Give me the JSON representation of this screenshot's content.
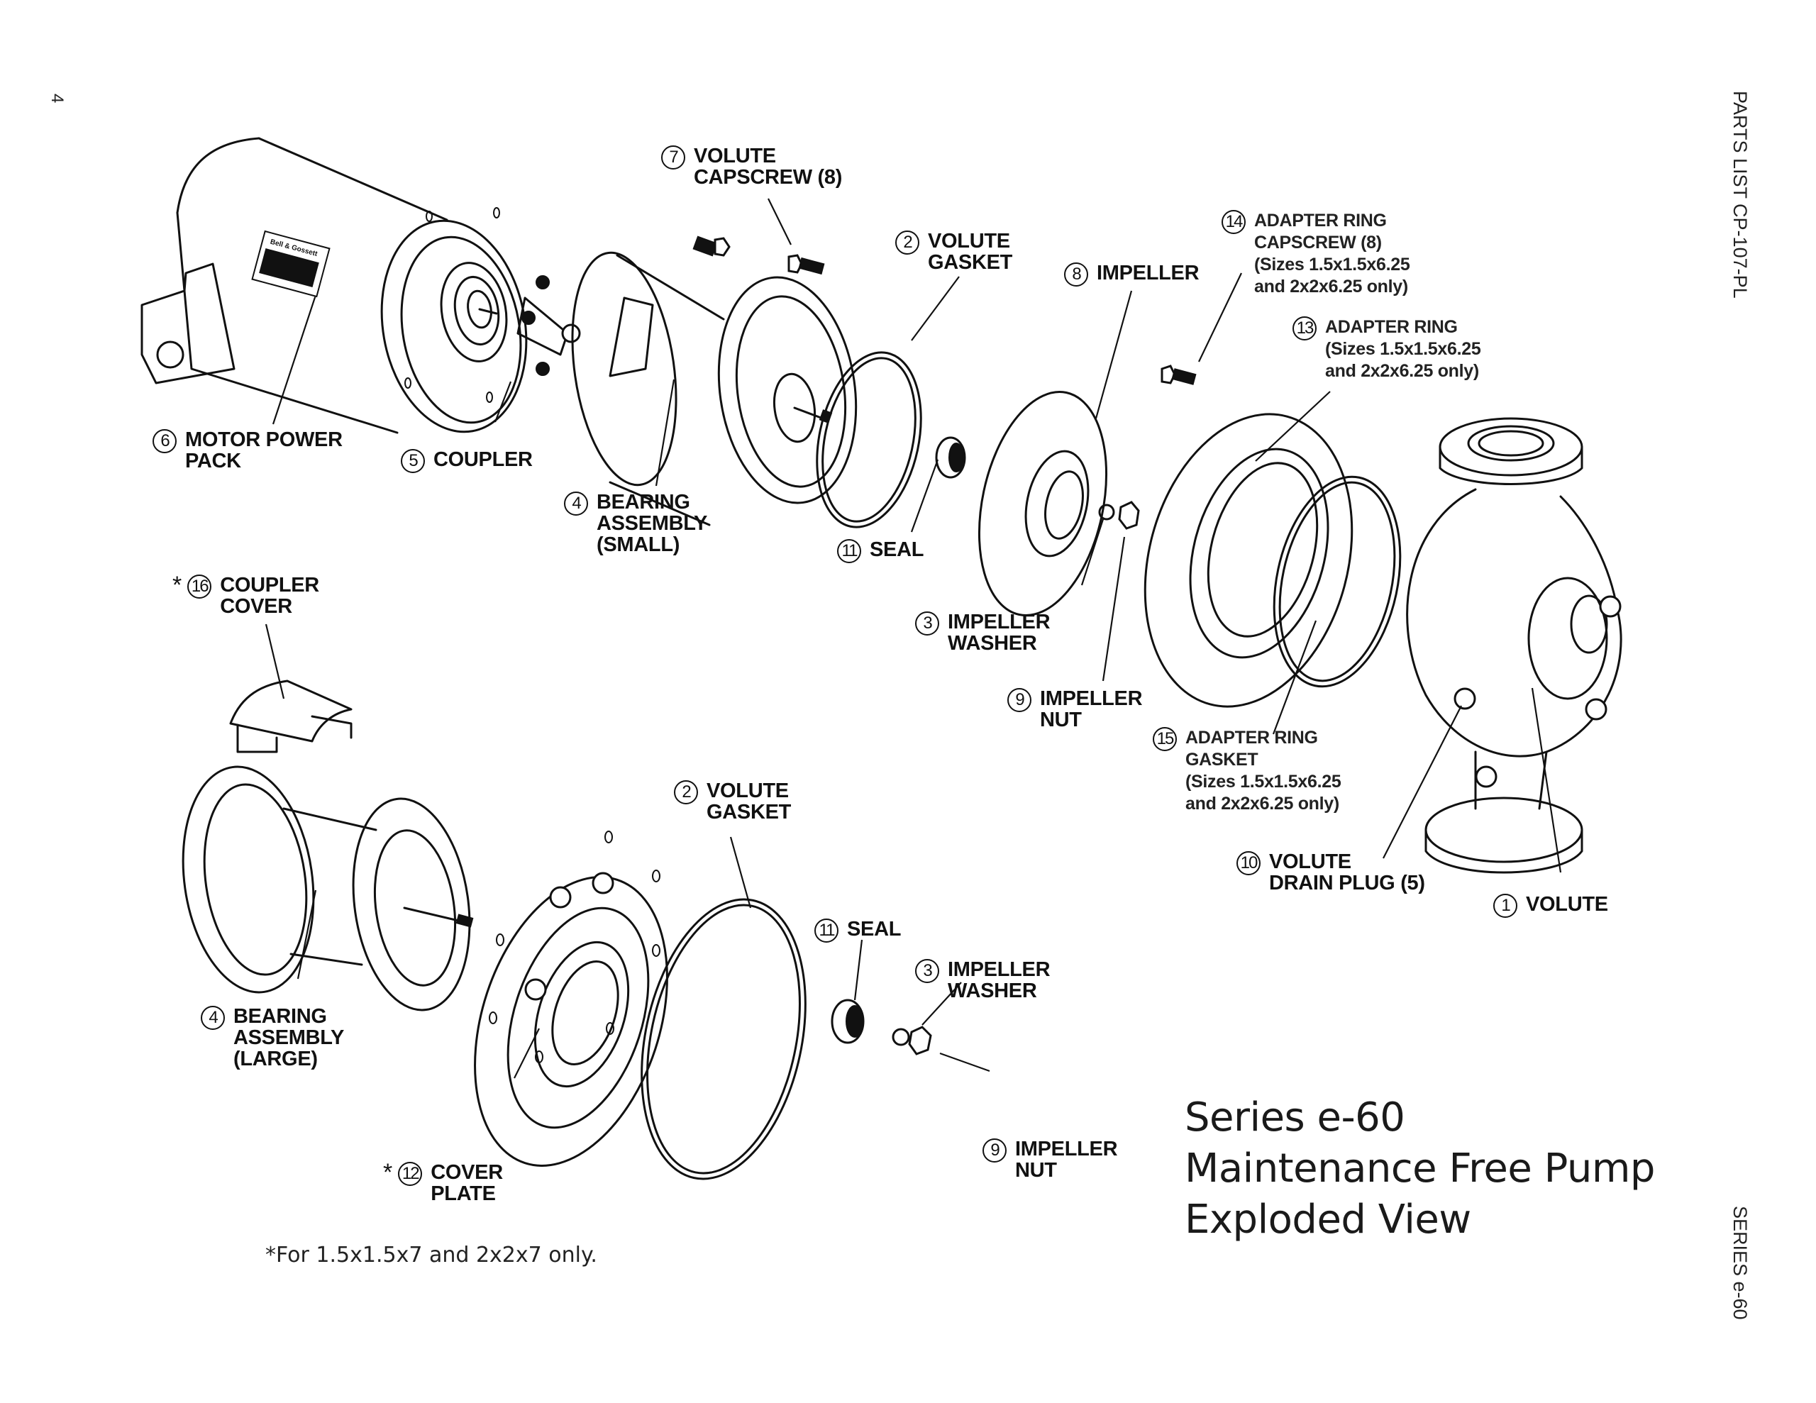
{
  "document": {
    "page_number": "4",
    "header_side": "PARTS LIST CP-107-PL",
    "footer_side": "SERIES e-60",
    "title_lines": [
      "Series e-60",
      "Maintenance Free Pump",
      "Exploded View"
    ],
    "footnote": "*For 1.5x1.5x7 and 2x2x7 only.",
    "nameplate_brand": "Bell & Gossett"
  },
  "callouts": [
    {
      "id": "motor-power-pack",
      "number": "6",
      "lines": [
        "MOTOR POWER",
        "PACK"
      ],
      "starred": false
    },
    {
      "id": "coupler",
      "number": "5",
      "lines": [
        "COUPLER"
      ],
      "starred": false
    },
    {
      "id": "volute-capscrew",
      "number": "7",
      "lines": [
        "VOLUTE",
        "CAPSCREW (8)"
      ],
      "starred": false
    },
    {
      "id": "volute-gasket-top",
      "number": "2",
      "lines": [
        "VOLUTE",
        "GASKET"
      ],
      "starred": false
    },
    {
      "id": "impeller",
      "number": "8",
      "lines": [
        "IMPELLER"
      ],
      "starred": false
    },
    {
      "id": "adapter-ring-capscrew",
      "number": "14",
      "lines": [
        "ADAPTER RING",
        "CAPSCREW (8)",
        "(Sizes 1.5x1.5x6.25",
        "and 2x2x6.25 only)"
      ],
      "starred": false
    },
    {
      "id": "adapter-ring",
      "number": "13",
      "lines": [
        "ADAPTER RING",
        "(Sizes 1.5x1.5x6.25",
        "and 2x2x6.25 only)"
      ],
      "starred": false
    },
    {
      "id": "bearing-assembly-small",
      "number": "4",
      "lines": [
        "BEARING",
        "ASSEMBLY",
        "(SMALL)"
      ],
      "starred": false
    },
    {
      "id": "seal-top",
      "number": "11",
      "lines": [
        "SEAL"
      ],
      "starred": false
    },
    {
      "id": "impeller-washer-top",
      "number": "3",
      "lines": [
        "IMPELLER",
        "WASHER"
      ],
      "starred": false
    },
    {
      "id": "impeller-nut-top",
      "number": "9",
      "lines": [
        "IMPELLER",
        "NUT"
      ],
      "starred": false
    },
    {
      "id": "adapter-ring-gasket",
      "number": "15",
      "lines": [
        "ADAPTER RING",
        "GASKET",
        "(Sizes 1.5x1.5x6.25",
        "and 2x2x6.25 only)"
      ],
      "starred": false
    },
    {
      "id": "volute-drain-plug",
      "number": "10",
      "lines": [
        "VOLUTE",
        "DRAIN PLUG (5)"
      ],
      "starred": false
    },
    {
      "id": "volute",
      "number": "1",
      "lines": [
        "VOLUTE"
      ],
      "starred": false
    },
    {
      "id": "coupler-cover",
      "number": "16",
      "lines": [
        "COUPLER",
        "COVER"
      ],
      "starred": true
    },
    {
      "id": "volute-gasket-bottom",
      "number": "2",
      "lines": [
        "VOLUTE",
        "GASKET"
      ],
      "starred": false
    },
    {
      "id": "seal-bottom",
      "number": "11",
      "lines": [
        "SEAL"
      ],
      "starred": false
    },
    {
      "id": "impeller-washer-bottom",
      "number": "3",
      "lines": [
        "IMPELLER",
        "WASHER"
      ],
      "starred": false
    },
    {
      "id": "bearing-assembly-large",
      "number": "4",
      "lines": [
        "BEARING",
        "ASSEMBLY",
        "(LARGE)"
      ],
      "starred": false
    },
    {
      "id": "impeller-nut-bottom",
      "number": "9",
      "lines": [
        "IMPELLER",
        "NUT"
      ],
      "starred": false
    },
    {
      "id": "cover-plate",
      "number": "12",
      "lines": [
        "COVER",
        "PLATE"
      ],
      "starred": true
    }
  ]
}
